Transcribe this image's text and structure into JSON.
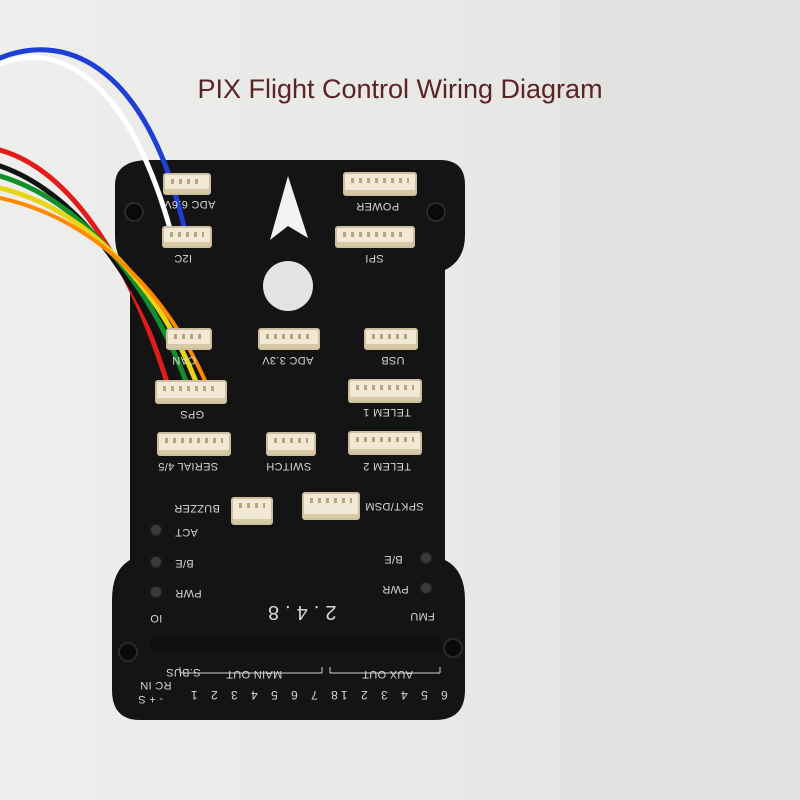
{
  "title": "PIX Flight Control Wiring Diagram",
  "colors": {
    "title": "#5a2424",
    "board": "#141414",
    "label": "#d6d6d6",
    "connector": "#f1e9d6"
  },
  "ports": {
    "adc_6v": "ADC 6.6V",
    "power": "POWER",
    "i2c": "I2C",
    "spi": "SPI",
    "can": "CAN",
    "adc_3v3": "ADC 3.3V",
    "usb": "USB",
    "gps": "GPS",
    "telem1": "TELEM 1",
    "serial45": "SERIAL 4/5",
    "switch": "SWITCH",
    "telem2": "TELEM 2",
    "buzzer": "BUZZER",
    "spkt": "SPKT/DSM"
  },
  "leds": {
    "act": "ACT",
    "be_left": "B/E",
    "pwr_left": "PWR",
    "io": "IO",
    "be_right": "B/E",
    "pwr_right": "PWR",
    "fmu": "FMU"
  },
  "version": "2.4.8",
  "headers": {
    "rcin": "RC IN",
    "sbus": "S.BUS",
    "polarity": "- + S",
    "main_out": "MAIN OUT",
    "main_pins": "8 7 6 5 4 3 2 1",
    "aux_out": "AUX OUT",
    "aux_pins": "6 5 4 3 2 1"
  }
}
